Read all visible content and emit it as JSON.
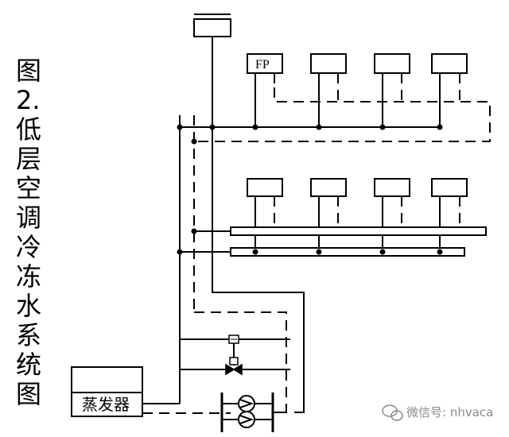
{
  "title": "图2. 低层空调冷冻水系统图",
  "title_chars": [
    "图",
    "2.",
    "低",
    "层",
    "空",
    "调",
    "冷",
    "冻",
    "水",
    "系",
    "统",
    "图"
  ],
  "fan_coil_label": "FP",
  "evaporator_label": "蒸发器",
  "watermark": "微信号: nhvaca",
  "colors": {
    "line": "#000000",
    "watermark": "#8a8a8a",
    "background": "#ffffff"
  },
  "icons": [
    "expansion-tank",
    "fan-coil-unit",
    "pump",
    "valve",
    "pressure-gauge",
    "wechat-logo"
  ]
}
